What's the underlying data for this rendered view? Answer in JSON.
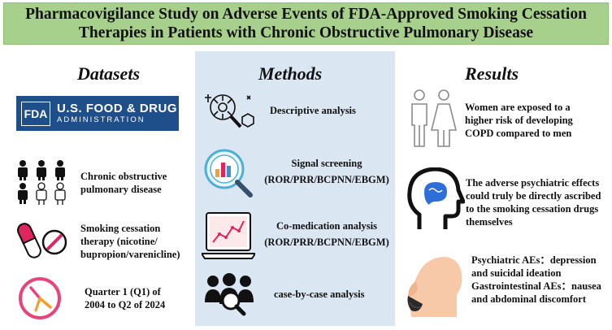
{
  "title": {
    "line1": "Pharmacovigilance Study on Adverse Events of FDA-Approved Smoking Cessation",
    "line2": "Therapies in Patients with Chronic Obstructive Pulmonary Disease"
  },
  "colors": {
    "banner": "#a8d08d",
    "methods_bg": "#dae6f2",
    "fda_blue": "#1f4f8a"
  },
  "datasets": {
    "heading": "Datasets",
    "fda": {
      "logo": "FDA",
      "name": "U.S. FOOD & DRUG",
      "sub": "ADMINISTRATION"
    },
    "items": [
      {
        "icon": "people-icon",
        "line1": "Chronic obstructive",
        "line2": "pulmonary disease"
      },
      {
        "icon": "pills-icon",
        "line1": "Smoking cessation",
        "line2": "therapy (nicotine/",
        "line3": "bupropion/varenicline)"
      },
      {
        "icon": "clock-icon",
        "line1": "Quarter 1 (Q1) of",
        "line2": "2004 to Q2 of 2024"
      }
    ]
  },
  "methods": {
    "heading": "Methods",
    "items": [
      {
        "icon": "magnifier-molecule-icon",
        "line1": "Descriptive analysis"
      },
      {
        "icon": "magnifier-chart-icon",
        "line1": "Signal screening",
        "line2": "(ROR/PRR/BCPNN/EBGM)"
      },
      {
        "icon": "laptop-chart-icon",
        "line1": "Co-medication analysis",
        "line2": "(ROR/PRR/BCPNN/EBGM)"
      },
      {
        "icon": "group-search-icon",
        "line1": "case-by-case analysis"
      }
    ]
  },
  "results": {
    "heading": "Results",
    "items": [
      {
        "icon": "man-woman-icon",
        "line1": "Women are exposed to a",
        "line2": "higher risk of developing",
        "line3": "COPD compared to men"
      },
      {
        "icon": "head-brain-icon",
        "line1": "The adverse psychiatric effects",
        "line2": "could truly be directly ascribed",
        "line3": "to the smoking cessation drugs",
        "line4": "themselves"
      },
      {
        "icon": "vomiting-face-icon",
        "line1": "Psychiatric AEs：depression",
        "line2": "and suicidal ideation",
        "line3": "Gastrointestinal AEs：nausea",
        "line4": "and abdominal discomfort"
      }
    ]
  }
}
